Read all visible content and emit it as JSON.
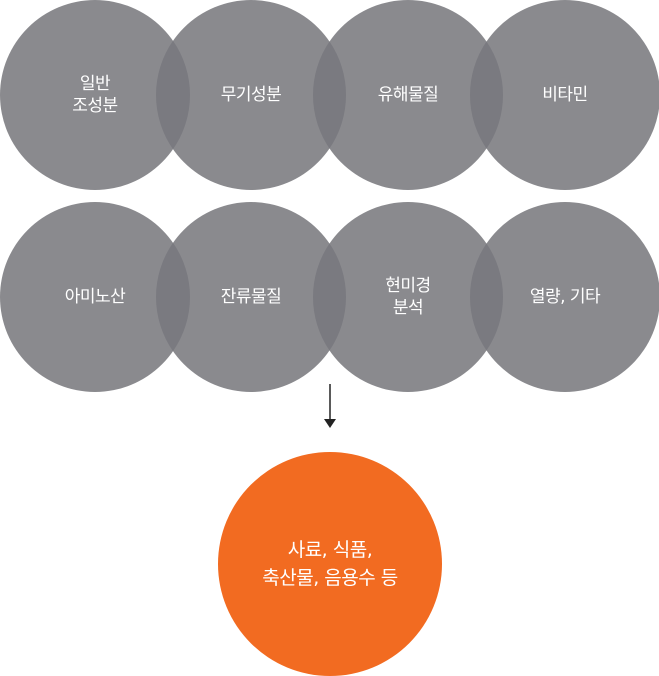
{
  "row1": {
    "items": [
      {
        "lines": [
          "일반",
          "조성분"
        ]
      },
      {
        "lines": [
          "무기성분"
        ]
      },
      {
        "lines": [
          "유해물질"
        ]
      },
      {
        "lines": [
          "비타민"
        ]
      }
    ]
  },
  "row2": {
    "items": [
      {
        "lines": [
          "아미노산"
        ]
      },
      {
        "lines": [
          "잔류물질"
        ]
      },
      {
        "lines": [
          "현미경",
          "분석"
        ]
      },
      {
        "lines": [
          "열량, 기타"
        ]
      }
    ]
  },
  "result": {
    "lines": [
      "사료, 식품,",
      "축산물, 음용수 등"
    ]
  },
  "colors": {
    "circle_fill": "#8a8a8e",
    "overlap_fill": "#7a7a80",
    "result_fill": "#f26b21",
    "arrow": "#222222",
    "text": "#ffffff"
  }
}
